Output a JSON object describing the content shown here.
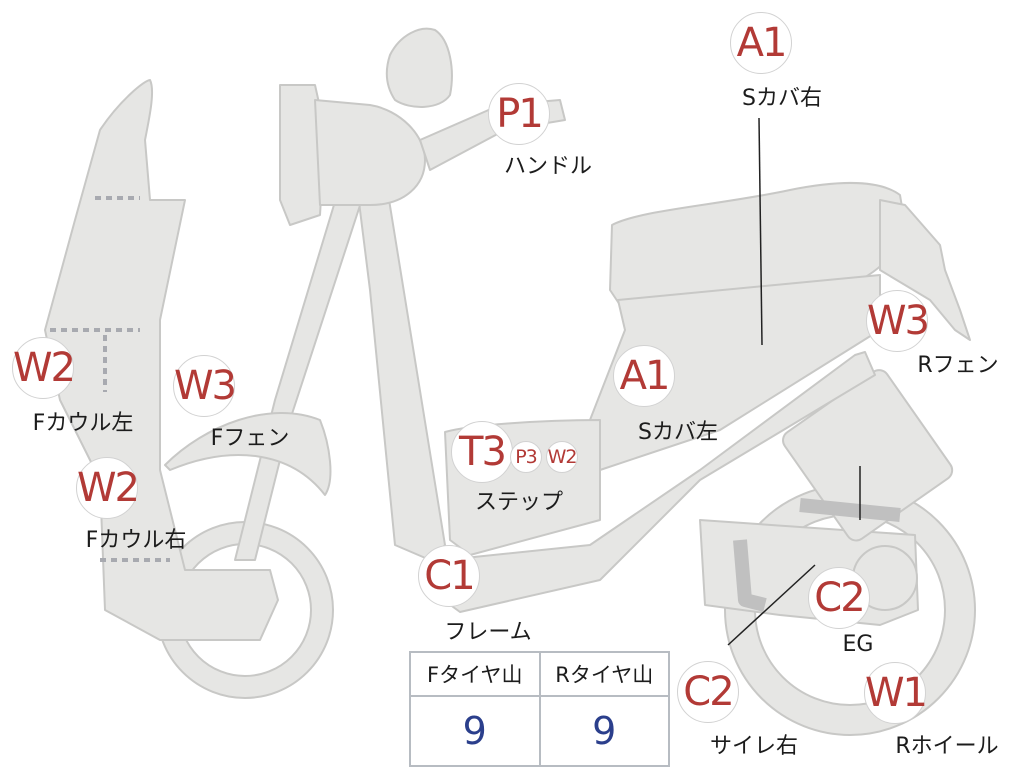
{
  "parts": [
    {
      "code": "A1",
      "name": "Sカバ右"
    },
    {
      "code": "P1",
      "name": "ハンドル"
    },
    {
      "code": "W3",
      "name": "Rフェン"
    },
    {
      "code": "W2",
      "name": "Fカウル左"
    },
    {
      "code": "W3",
      "name": "Fフェン"
    },
    {
      "code": "A1",
      "name": "Sカバ左"
    },
    {
      "code": "W2",
      "name": "Fカウル右"
    },
    {
      "code": "T3",
      "name": "ステップ"
    },
    {
      "code": "P3",
      "name": ""
    },
    {
      "code": "W2",
      "name": ""
    },
    {
      "code": "C1",
      "name": "フレーム"
    },
    {
      "code": "C2",
      "name": "EG"
    },
    {
      "code": "C2",
      "name": "サイレ右"
    },
    {
      "code": "W1",
      "name": "Rホイール"
    }
  ],
  "tire_table": {
    "front_label": "Fタイヤ山",
    "rear_label": "Rタイヤ山",
    "front_value": "9",
    "rear_value": "9"
  },
  "colors": {
    "part_fill": "#e6e6e4",
    "part_stroke": "#c8c8c6",
    "grade_text": "#b23a36",
    "value_text": "#2b3f8c"
  }
}
